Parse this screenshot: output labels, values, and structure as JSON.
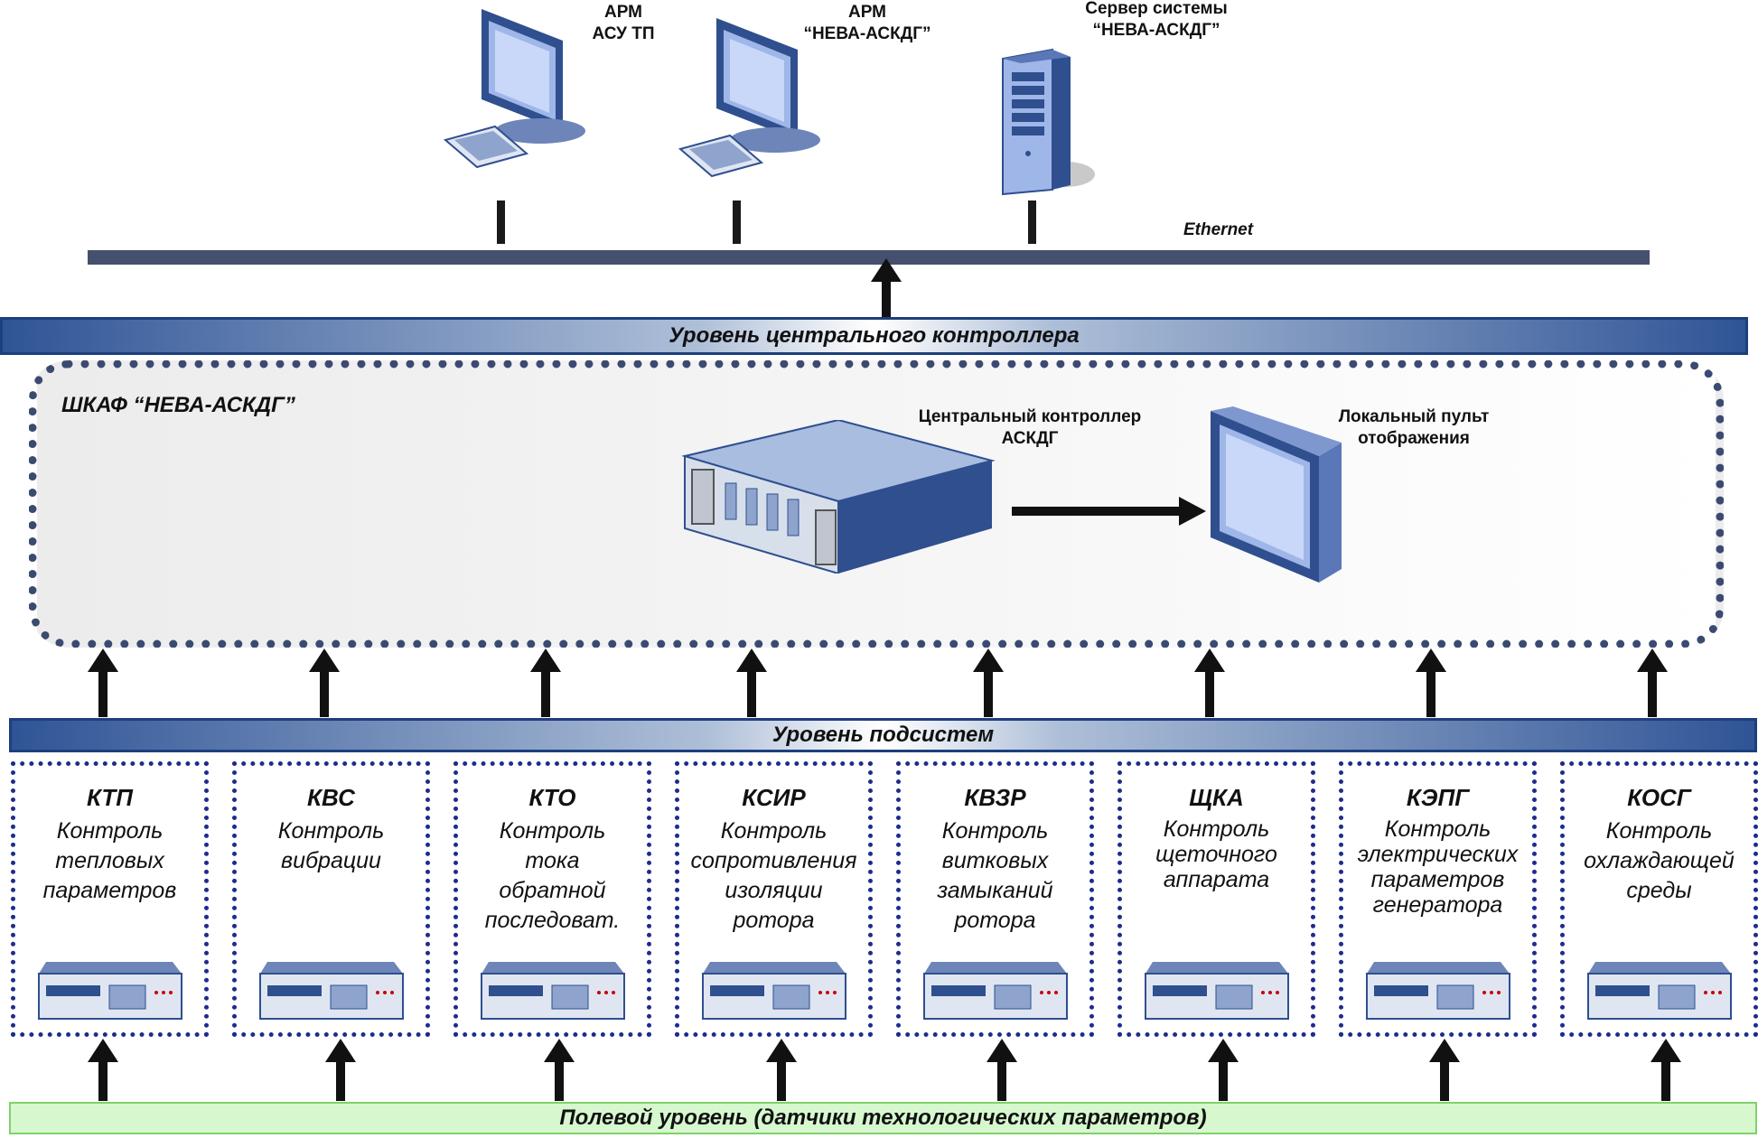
{
  "workstations": [
    {
      "line1": "АРМ",
      "line2": "АСУ ТП"
    },
    {
      "line1": "АРМ",
      "line2": "“НЕВА-АСКДГ”"
    }
  ],
  "server": {
    "line1": "Сервер системы",
    "line2": "“НЕВА-АСКДГ”"
  },
  "network": {
    "label": "Ethernet"
  },
  "central_level": {
    "title": "Уровень центрального контроллера"
  },
  "cabinet": {
    "title": "ШКАФ “НЕВА-АСКДГ”",
    "controller": {
      "line1": "Центральный контроллер",
      "line2": "АСКДГ"
    },
    "display": {
      "line1": "Локальный пульт",
      "line2": "отображения"
    }
  },
  "subsystem_level": {
    "title": "Уровень подсистем"
  },
  "subsystems": [
    {
      "code": "КТП",
      "desc": [
        "Контроль",
        "тепловых",
        "параметров"
      ]
    },
    {
      "code": "КВС",
      "desc": [
        "Контроль",
        "вибрации"
      ]
    },
    {
      "code": "КТО",
      "desc": [
        "Контроль",
        "тока",
        "обратной",
        "последоват."
      ]
    },
    {
      "code": "КСИР",
      "desc": [
        "Контроль",
        "сопротивления",
        "изоляции",
        "ротора"
      ]
    },
    {
      "code": "КВЗР",
      "desc": [
        "Контроль",
        "витковых",
        "замыканий",
        "ротора"
      ]
    },
    {
      "code": "ЩКА",
      "desc": [
        "Контроль",
        "щеточного",
        "аппарата"
      ]
    },
    {
      "code": "КЭПГ",
      "desc": [
        "Контроль",
        "электрических",
        "параметров",
        "генератора"
      ]
    },
    {
      "code": "КОСГ",
      "desc": [
        "Контроль",
        "охлаждающей",
        "среды"
      ]
    }
  ],
  "field_level": {
    "title": "Полевой уровень (датчики технологических параметров)"
  },
  "colors": {
    "band_dark": "#2f5496",
    "cabinet_border": "#3b4a70",
    "subsystem_border": "#1d2c8c",
    "field_fill": "#d7f8cf"
  }
}
